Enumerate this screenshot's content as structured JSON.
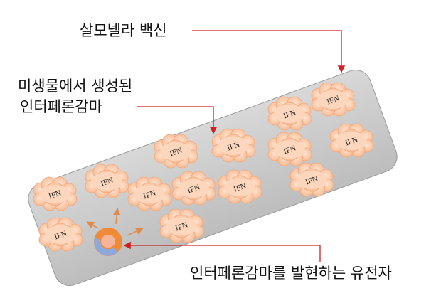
{
  "labels": {
    "vaccine": "살모넬라 백신",
    "microbe_line1": "미생물에서 생성된",
    "microbe_line2": "인터페론감마",
    "gene": "인터페론감마를 발현하는 유전자"
  },
  "cloud_text": "IFN",
  "colors": {
    "pill": "#c8c8c8",
    "cloud": "#fbc8a8",
    "cloud_edge": "#f4a878",
    "cell_outer": "#ef8a38",
    "cell_blue": "#8fa8dc",
    "arrow": "#e08a48",
    "pointer": "#d02020"
  }
}
